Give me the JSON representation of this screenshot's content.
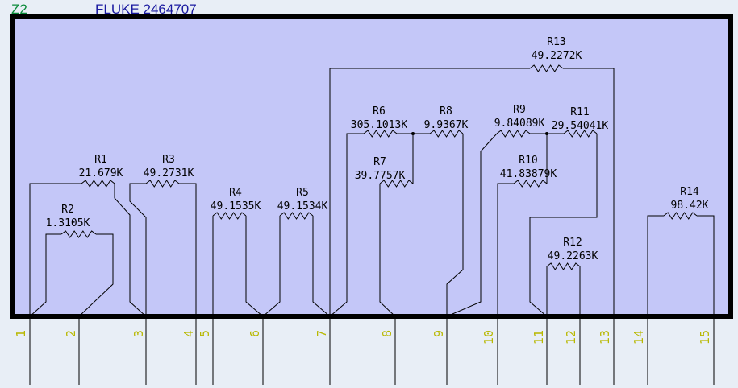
{
  "designator": "Z2",
  "part": "FLUKE 2464707",
  "colors": {
    "background": "#e8eef6",
    "body_fill": "#c4c7f8",
    "body_stroke": "#000000",
    "designator_color": "#0b8a3a",
    "part_color": "#1a1aa0",
    "pin_label_color": "#b8b800"
  },
  "pins": [
    "1",
    "2",
    "3",
    "4",
    "5",
    "6",
    "7",
    "8",
    "9",
    "10",
    "11",
    "12",
    "13",
    "14",
    "15"
  ],
  "resistors": [
    {
      "name": "R1",
      "value": "21.679K"
    },
    {
      "name": "R2",
      "value": "1.3105K"
    },
    {
      "name": "R3",
      "value": "49.2731K"
    },
    {
      "name": "R4",
      "value": "49.1535K"
    },
    {
      "name": "R5",
      "value": "49.1534K"
    },
    {
      "name": "R6",
      "value": "305.1013K"
    },
    {
      "name": "R7",
      "value": "39.7757K"
    },
    {
      "name": "R8",
      "value": "9.9367K"
    },
    {
      "name": "R9",
      "value": "9.84089K"
    },
    {
      "name": "R10",
      "value": "41.83879K"
    },
    {
      "name": "R11",
      "value": "29.54041K"
    },
    {
      "name": "R12",
      "value": "49.2263K"
    },
    {
      "name": "R13",
      "value": "49.2272K"
    },
    {
      "name": "R14",
      "value": "98.42K"
    }
  ]
}
